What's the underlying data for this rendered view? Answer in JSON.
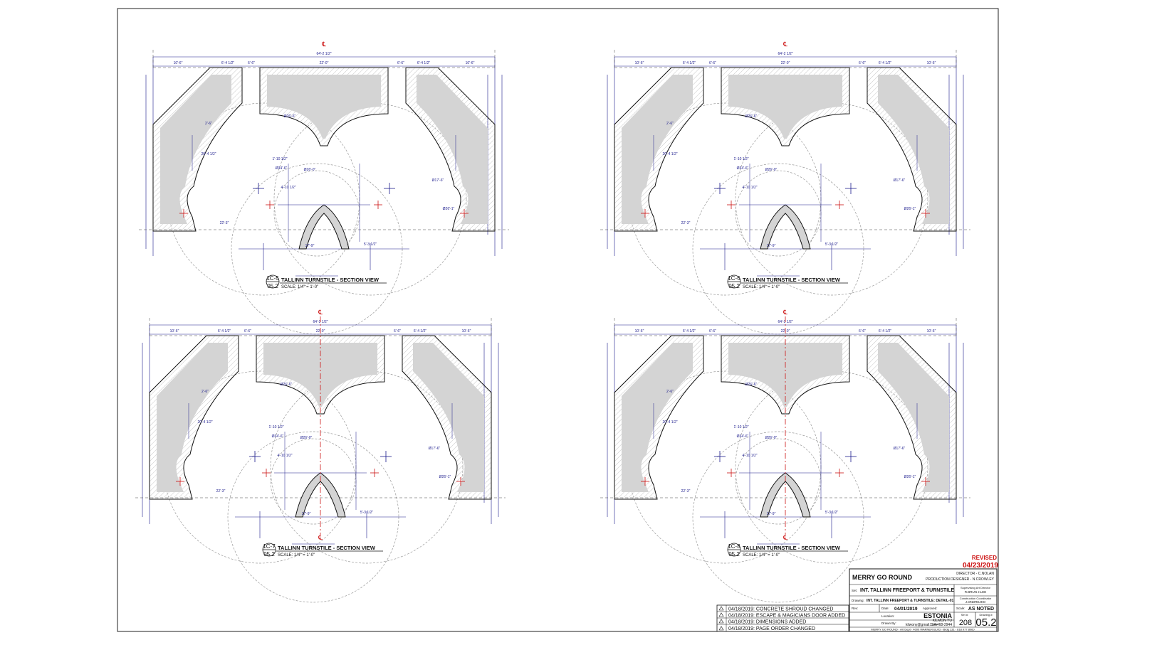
{
  "views": [
    {
      "bubble_top": "1C-5",
      "bubble_bottom": "05.2",
      "title": "TALLINN TURNSTILE - SECTION VIEW",
      "scale": "SCALE: 1/4\" = 1'-0\"",
      "overall_dim": "64'-2 1/2\"",
      "center_dim": "22'-0\"",
      "outer_dims": [
        "10'-6\"",
        "6'-4 1/2\"",
        "6'-6\"",
        "6'-6\"",
        "6'-4 1/2\"",
        "10'-6\""
      ],
      "inner_dims": [
        "2'-6\"",
        "Ø26'-6\"",
        "20'-4 1/2\"",
        "1'-10 1/2\"",
        "Ø34'-6\"",
        "Ø26'-0\"",
        "Ø17'-6\"",
        "Ø26'-1\"",
        "4'-10 1/2\"",
        "17'-9\"",
        "5'-3 1/2\"",
        "22'-3\""
      ],
      "centerline": false
    },
    {
      "bubble_top": "1C-6",
      "bubble_bottom": "05.2",
      "title": "TALLINN TURNSTILE - SECTION VIEW",
      "scale": "SCALE: 1/4\" = 1'-0\"",
      "overall_dim": "64'-2 1/2\"",
      "center_dim": "22'-0\"",
      "outer_dims": [
        "10'-6\"",
        "6'-4 1/2\"",
        "6'-6\"",
        "6'-6\"",
        "6'-4 1/2\"",
        "10'-6\""
      ],
      "inner_dims": [
        "2'-6\"",
        "Ø26'-6\"",
        "20'-4 1/2\"",
        "1'-10 1/2\"",
        "Ø34'-6\"",
        "Ø26'-0\"",
        "Ø17'-6\"",
        "Ø26'-1\"",
        "4'-10 1/2\"",
        "17'-9\"",
        "5'-3 1/2\"",
        "22'-3\""
      ],
      "centerline": false
    },
    {
      "bubble_top": "1C-7",
      "bubble_bottom": "05.2",
      "title": "TALLINN TURNSTILE - SECTION VIEW",
      "scale": "SCALE: 1/4\" = 1'-0\"",
      "overall_dim": "64'-2 1/2\"",
      "center_dim": "22'-0\"",
      "outer_dims": [
        "10'-6\"",
        "6'-4 1/2\"",
        "6'-6\"",
        "6'-6\"",
        "6'-4 1/2\"",
        "10'-6\""
      ],
      "inner_dims": [
        "2'-6\"",
        "Ø26'-6\"",
        "20'-4 1/2\"",
        "1'-10 1/2\"",
        "Ø34'-6\"",
        "Ø26'-0\"",
        "Ø17'-6\"",
        "Ø26'-1\"",
        "4'-10 1/2\"",
        "17'-9\"",
        "5'-3 1/2\"",
        "22'-3\""
      ],
      "centerline": true
    },
    {
      "bubble_top": "1C-8",
      "bubble_bottom": "05.2",
      "title": "TALLINN TURNSTILE - SECTION VIEW",
      "scale": "SCALE: 1/4\" = 1'-0\"",
      "overall_dim": "64'-2 1/2\"",
      "center_dim": "22'-0\"",
      "outer_dims": [
        "10'-6\"",
        "6'-4 1/2\"",
        "6'-6\"",
        "6'-6\"",
        "6'-4 1/2\"",
        "10'-6\""
      ],
      "inner_dims": [
        "2'-6\"",
        "Ø26'-6\"",
        "20'-4 1/2\"",
        "1'-10 1/2\"",
        "Ø34'-6\"",
        "Ø26'-0\"",
        "Ø17'-6\"",
        "Ø26'-1\"",
        "4'-10 1/2\"",
        "17'-9\"",
        "5'-3 1/2\"",
        "22'-3\""
      ],
      "centerline": true
    }
  ],
  "centerline_symbol": "℄",
  "revised": {
    "label": "REVISED",
    "date": "04/23/2019"
  },
  "revisions": [
    "04/18/2019: CONCRETE SHROUD CHANGED",
    "04/18/2019: ESCAPE & MAGICIANS DOOR ADDED",
    "04/18/2019: DIMENSIONS ADDED",
    "04/18/2019: PAGE ORDER CHANGED"
  ],
  "title_block": {
    "project": "MERRY GO ROUND",
    "director": "DIRECTOR - C.NOLAN",
    "designer": "PRODUCTION DESIGNER - N.CROWLEY",
    "set_label": "Set:",
    "set": "INT. TALLINN FREEPORT & TURNSTILE",
    "sad_label": "Supervising Art Director",
    "sad": "R.BRUN J.LEE",
    "drawing_label": "Drawing:",
    "drawing": "INT. TALLINN FREEPORT & TURNSTILE: DETAIL-01",
    "cc_label": "Construction Coordinator",
    "cc": "J.ONDREJKO",
    "rev_label": "Rev:",
    "date_label": "Date:",
    "date": "04/01/2019",
    "approved_label": "Approved:",
    "scale_label": "Scale:",
    "scale": "AS NOTED",
    "location_label": "Location:",
    "location": "ESTONIA",
    "drawn_label": "Drawn By:",
    "drawn_by": "KILMON YU",
    "email": "kilwony@gmail.com",
    "phone": "714-468-2944",
    "set_num_label": "Set #:",
    "drawing_num_label": "Drawing #:",
    "set_num": "208",
    "drawing_num": "05.2",
    "footer": "MERRY GO ROUND - Art Dept - 4000 WARNER BLVD - Bldg 131 - 818 977 8060"
  },
  "colors": {
    "dim": "#1a1a8c",
    "wall_fill": "#d4d4d4",
    "ref": "#9a9a9a",
    "marker": "#cc1111",
    "line": "#111111"
  }
}
